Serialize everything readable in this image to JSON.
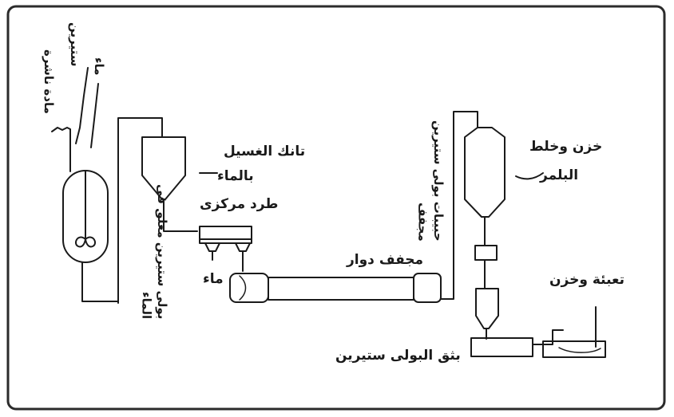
{
  "labels": {
    "dispersant": "مادة ناشرة",
    "styrene": "ستيرين",
    "water": "ماء",
    "polystyrene_suspension": "بولى ستيرين معلق فى الماء",
    "wash_tank": "تانك الغسيل",
    "with_water": "بالماء",
    "centrifuge": "طرد مركزى",
    "water_out": "ماء",
    "rotary_dryer": "مجفف دوار",
    "dried_granules": "حبيبات بولى ستيرين مجفف",
    "store_mix": "خزن وخلط",
    "polymer": "البلمر",
    "packing_storage": "تعبئة وخزن",
    "extrusion": "بثق البولى ستيرين"
  },
  "colors": {
    "ink": "#1a1a1a",
    "background": "#ffffff",
    "frame": "#2b2b2b"
  }
}
